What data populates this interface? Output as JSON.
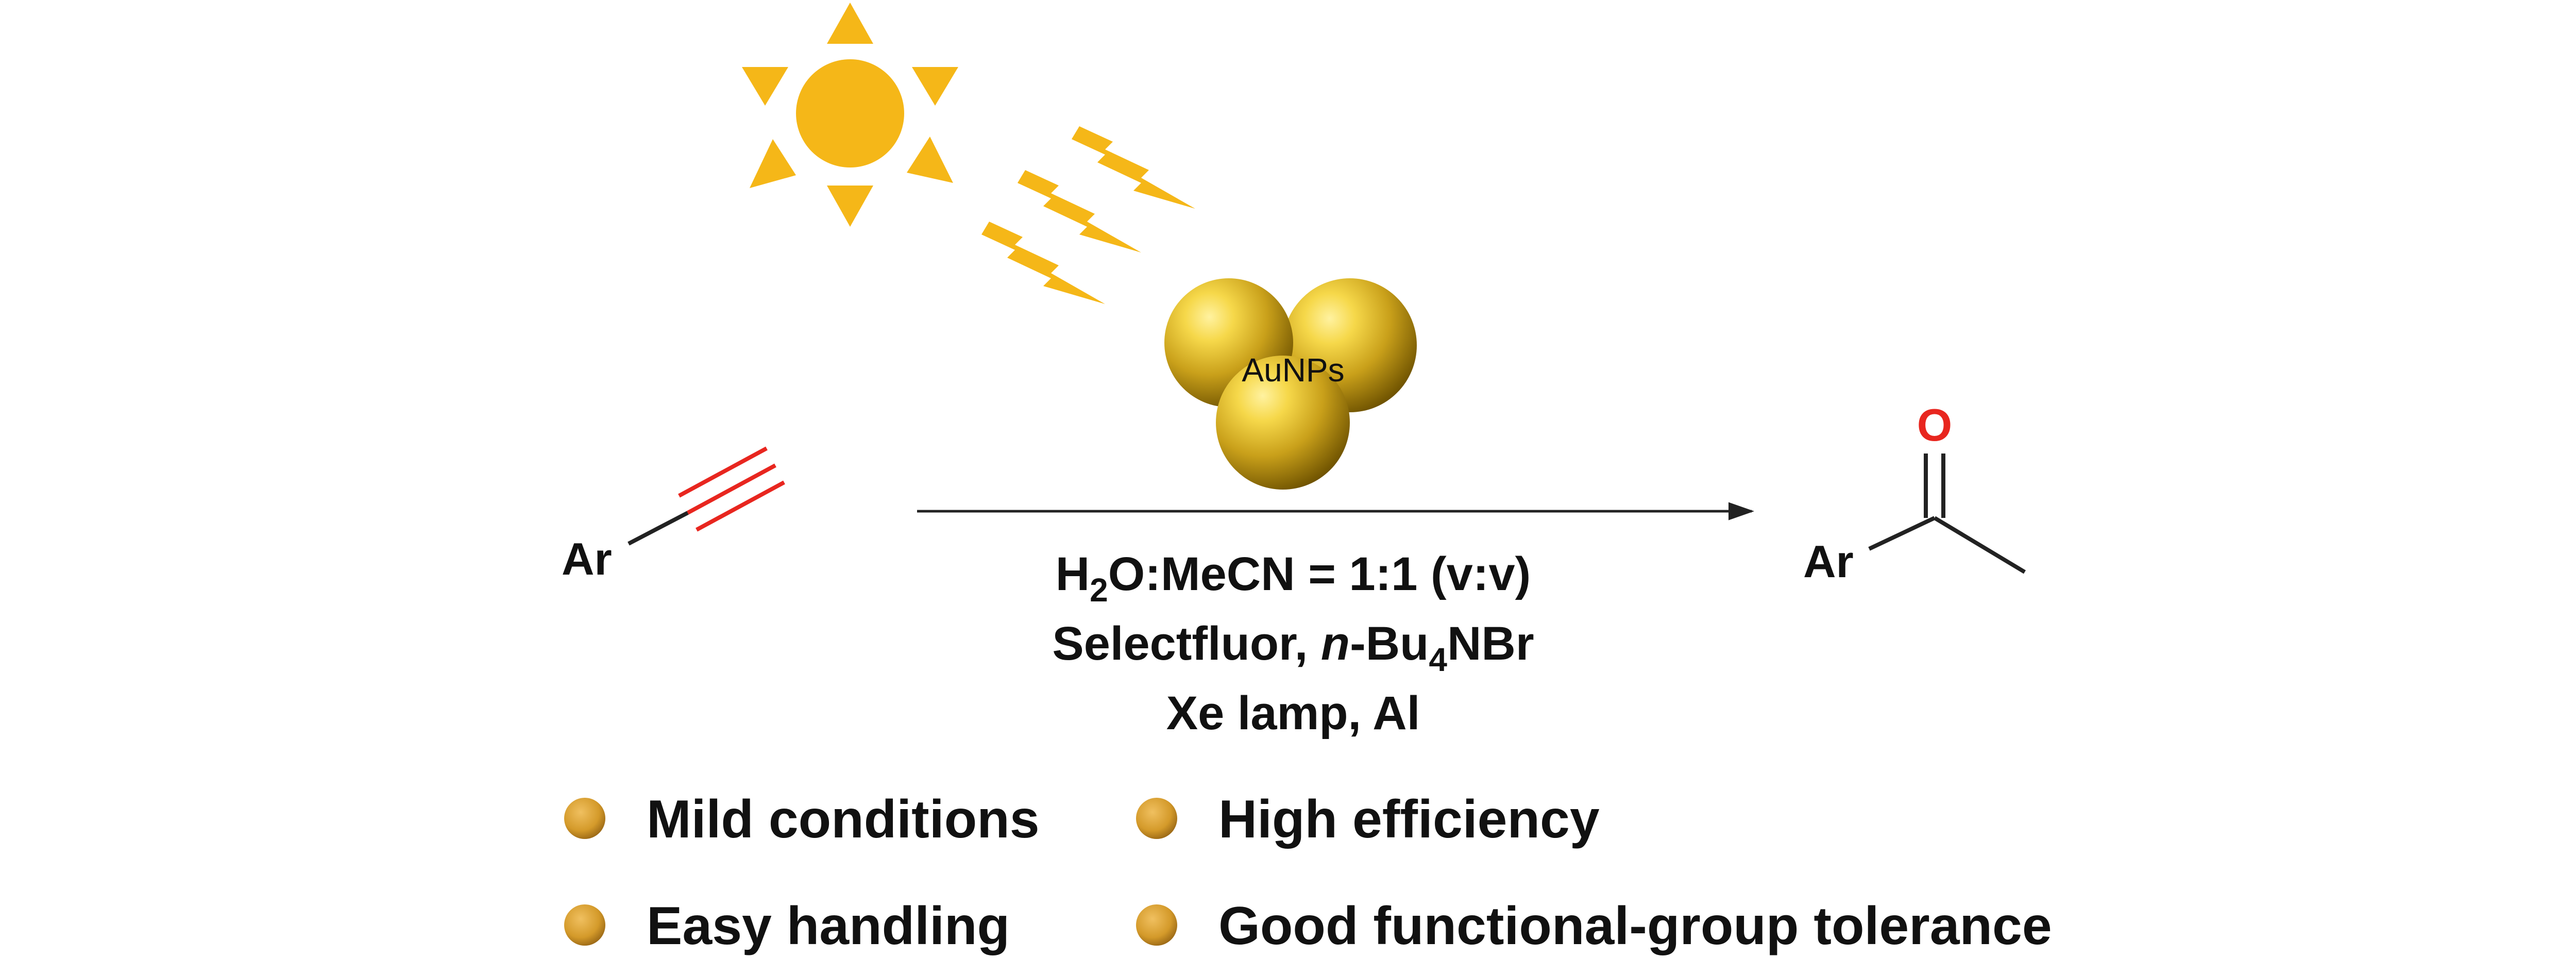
{
  "reactant": {
    "group_label": "Ar"
  },
  "product": {
    "group_label": "Ar",
    "oxygen_label": "O"
  },
  "catalyst": {
    "label": "AuNPs"
  },
  "conditions": {
    "line1": {
      "part_a": "H",
      "sub_a": "2",
      "part_b": "O:MeCN = 1:1 (v:v)"
    },
    "line2": {
      "part_a": "Selectfluor, ",
      "italic": "n",
      "part_b": "-Bu",
      "sub": "4",
      "part_c": "NBr"
    },
    "line3": "Xe lamp, Al"
  },
  "features": [
    "Mild conditions",
    "High efficiency",
    "Easy handling",
    "Good functional-group tolerance"
  ],
  "colors": {
    "sun": "#F5B718",
    "gold_light": "#F6D84A",
    "gold_mid": "#C9A01A",
    "gold_dark": "#6E5200",
    "bullet": "#D49A2A",
    "bond": "#222222",
    "triple_bond": "#E8261F",
    "oxygen": "#E8261F"
  }
}
